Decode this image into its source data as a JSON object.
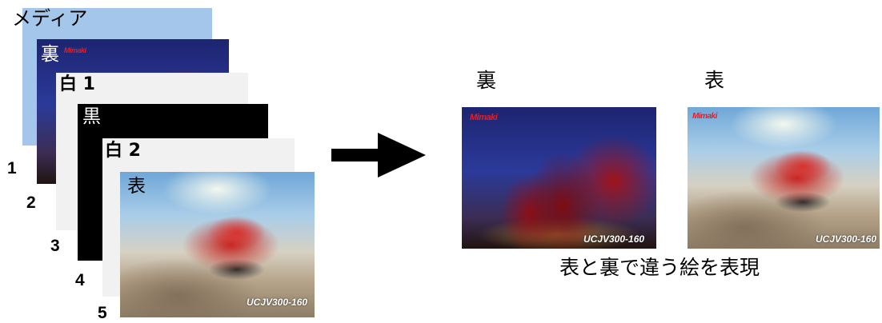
{
  "layers": [
    {
      "id": "media",
      "label": "メディア",
      "number": "1",
      "color": "#a4c6ea"
    },
    {
      "id": "ura",
      "label": "裏",
      "number": "2",
      "brand": "Mimaki"
    },
    {
      "id": "white1",
      "label": "白 1",
      "number": "3",
      "color": "#f1f1f1"
    },
    {
      "id": "black",
      "label": "黒",
      "number": "4",
      "color": "#000000"
    },
    {
      "id": "white2",
      "label": "白 2",
      "number": "5",
      "color": "#f1f1f1"
    },
    {
      "id": "omote",
      "label": "表",
      "model": "UCJV300-160"
    }
  ],
  "result": {
    "back_label": "裏",
    "front_label": "表",
    "back_brand": "Mimaki",
    "back_model": "UCJV300-160",
    "front_brand": "Mimaki",
    "front_model": "UCJV300-160",
    "caption": "表と裏で違う絵を表現"
  }
}
